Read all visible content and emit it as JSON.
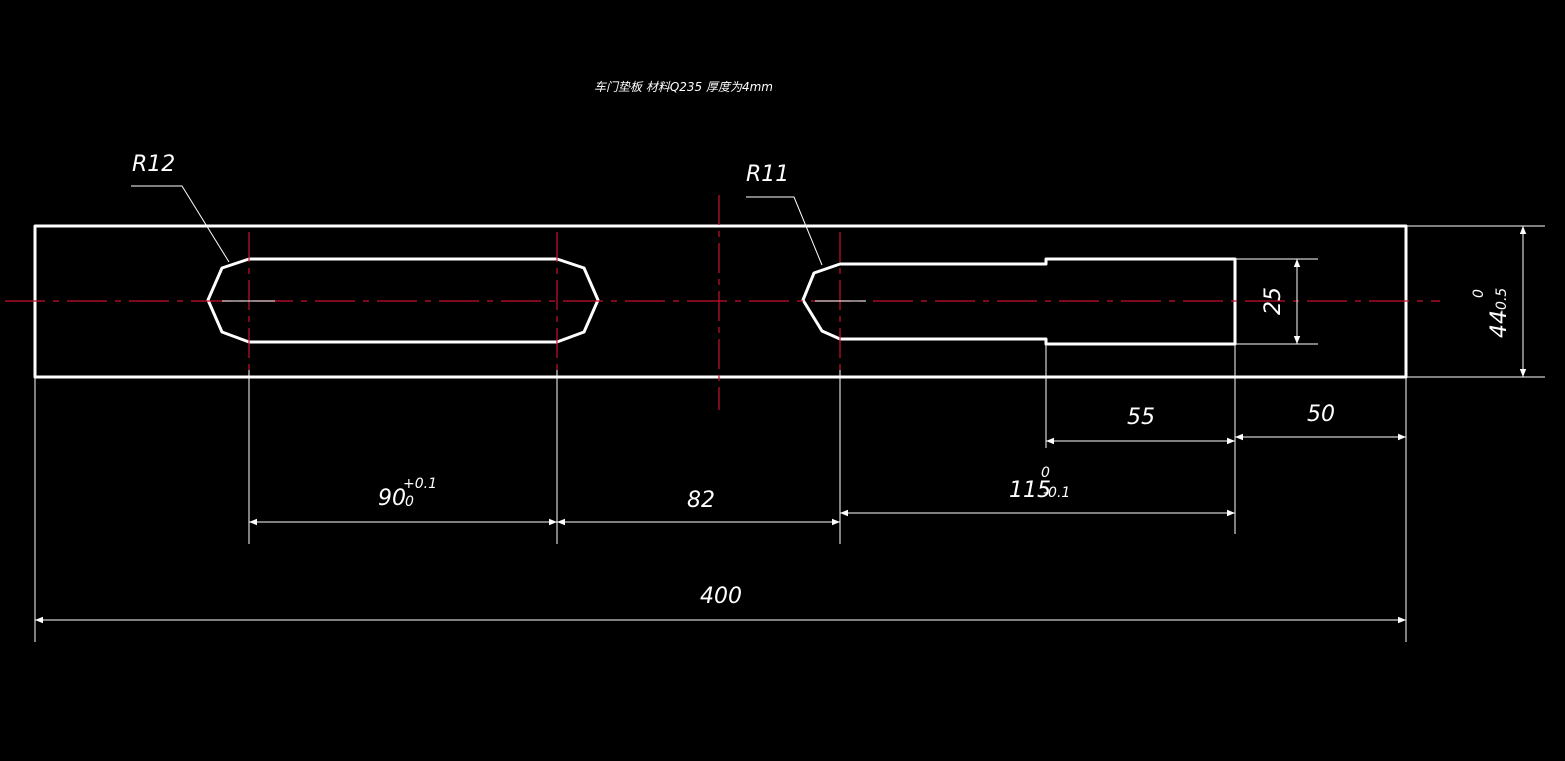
{
  "drawing": {
    "title": "车门垫板  材料Q235  厚度为4mm",
    "radius_left": "R12",
    "radius_right": "R11",
    "colors": {
      "background": "#000000",
      "outline": "#ffffff",
      "centerline": "#c8102e"
    },
    "dimensions": {
      "overall_length": "400",
      "height": {
        "value": "44",
        "upper": "0",
        "lower": "-0.5"
      },
      "slot_length": {
        "value": "90",
        "upper": "+0.1",
        "lower": "0"
      },
      "spacing": "82",
      "slot2_length": {
        "value": "115",
        "upper": "0",
        "lower": "-0.1"
      },
      "slot_width": "25",
      "step_length": "55",
      "end_margin": "50"
    }
  }
}
